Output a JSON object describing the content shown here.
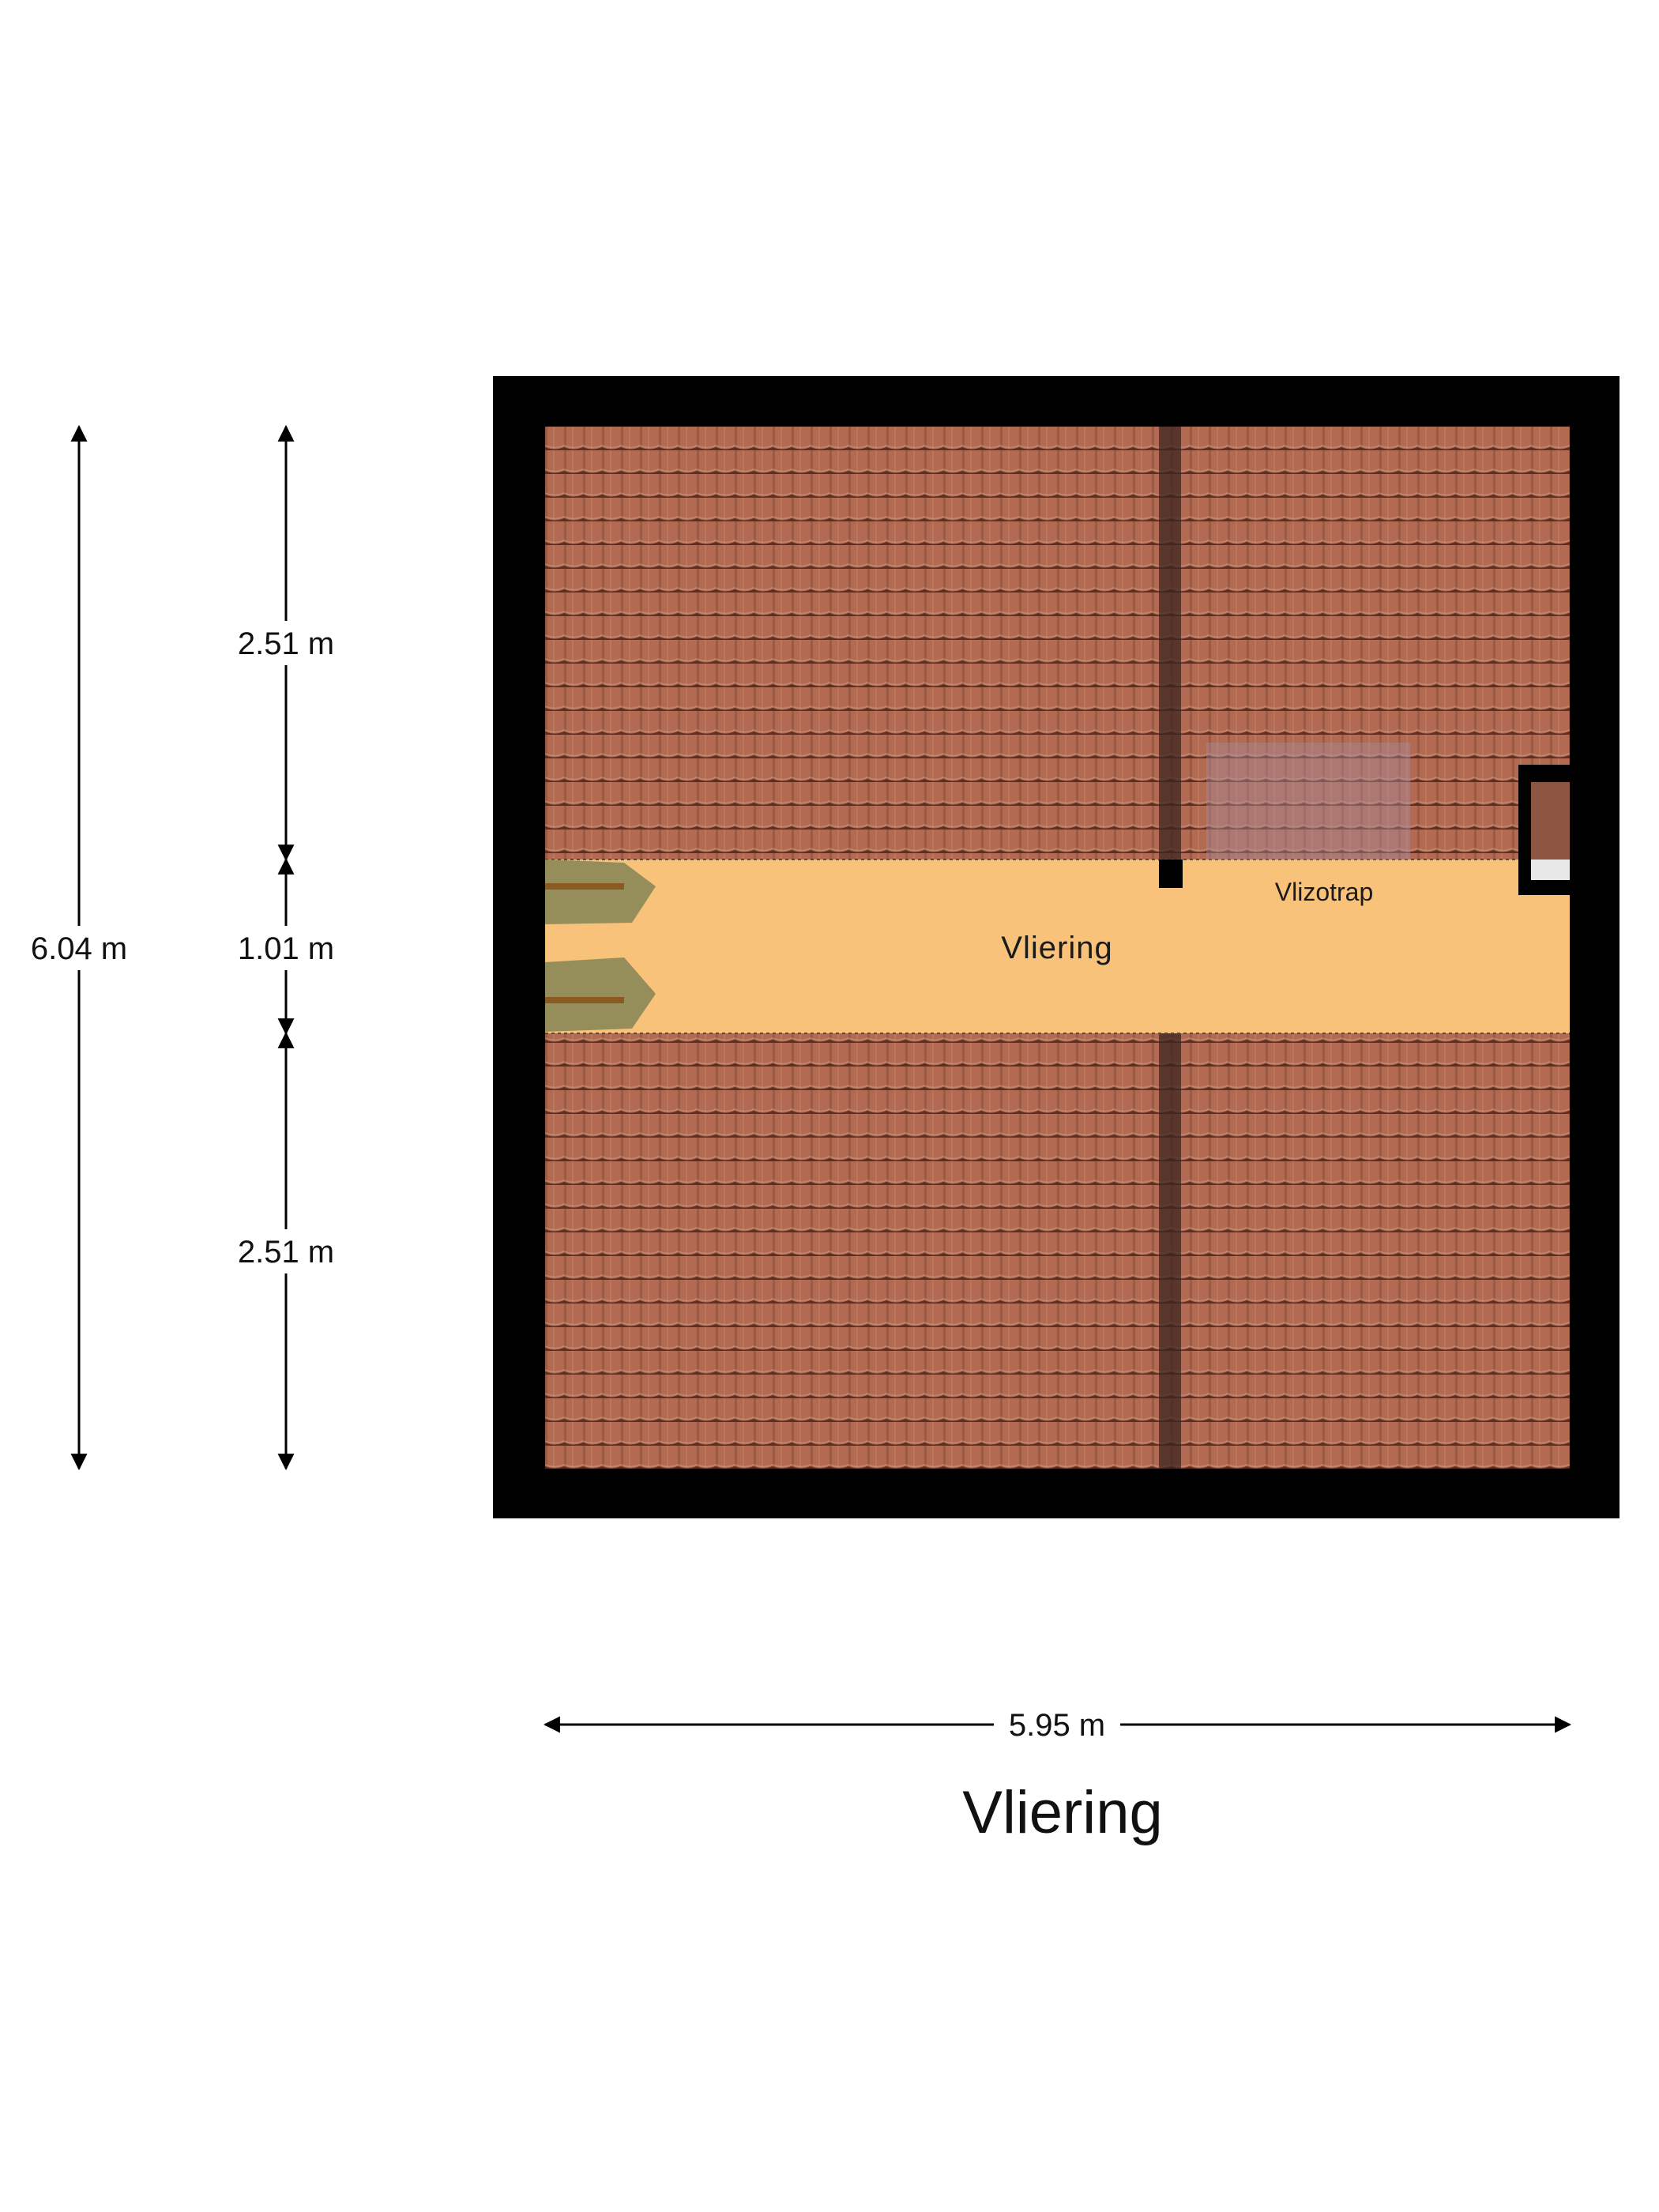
{
  "floor": {
    "title": "Vliering",
    "rooms": {
      "main_label": "Vliering",
      "hatch_label": "Vlizotrap"
    },
    "dimensions": {
      "total_height": "6.04 m",
      "upper_roof": "2.51 m",
      "middle_floor": "1.01 m",
      "lower_roof": "2.51 m",
      "total_width": "5.95 m"
    }
  },
  "colors": {
    "wall": "#000000",
    "roof_tile": "#b26a52",
    "floor": "#f9c27a",
    "beam": "#3b2420",
    "furniture": "#8f8a58"
  }
}
